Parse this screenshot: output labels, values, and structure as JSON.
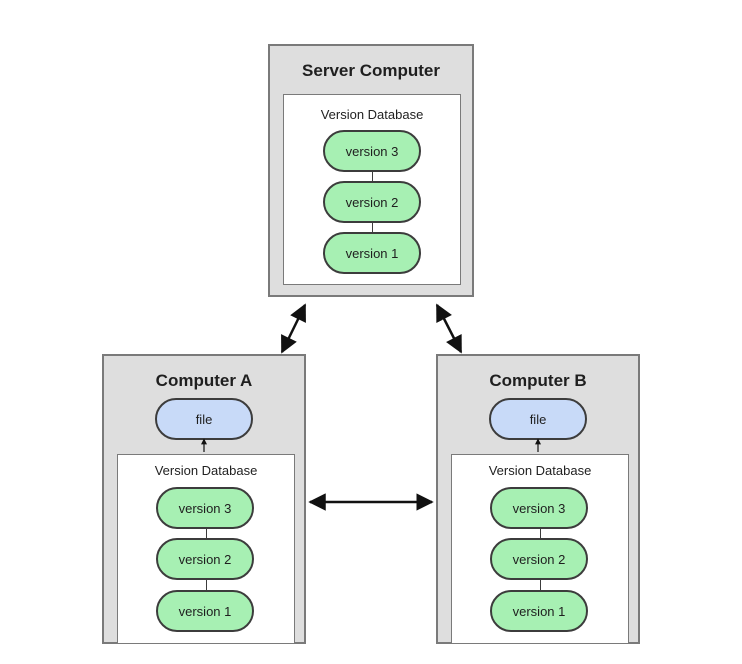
{
  "server": {
    "title": "Server Computer",
    "db_title": "Version Database",
    "versions": [
      "version 3",
      "version 2",
      "version 1"
    ]
  },
  "computer_a": {
    "title": "Computer A",
    "file": "file",
    "db_title": "Version Database",
    "versions": [
      "version 3",
      "version 2",
      "version 1"
    ]
  },
  "computer_b": {
    "title": "Computer B",
    "file": "file",
    "db_title": "Version Database",
    "versions": [
      "version 3",
      "version 2",
      "version 1"
    ]
  },
  "colors": {
    "version_fill": "#a7f0b3",
    "file_fill": "#c8daf8",
    "computer_fill": "#dedede",
    "border": "#7a7a7a"
  }
}
